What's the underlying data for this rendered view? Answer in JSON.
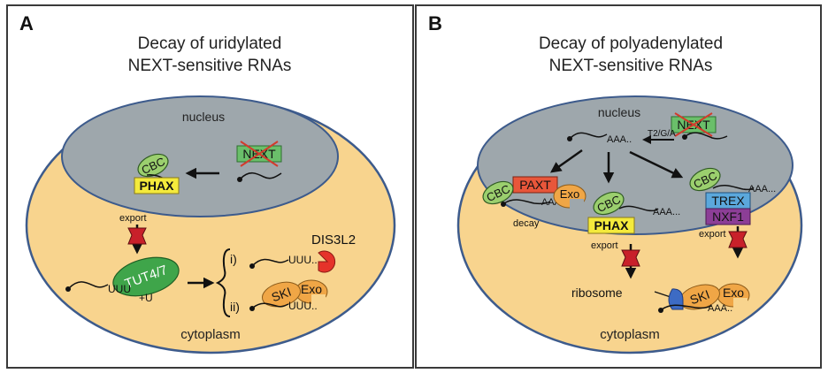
{
  "panel_a": {
    "letter": "A",
    "title_line1": "Decay of uridylated",
    "title_line2": "NEXT-sensitive RNAs",
    "nucleus_label": "nucleus",
    "cytoplasm_label": "cytoplasm",
    "next_label": "NEXT",
    "cbc_label": "CBC",
    "phax_label": "PHAX",
    "export_label": "export",
    "tut_label": "TUT4/7",
    "uuu_label": "UUU",
    "plus_u_label": "+U",
    "dis3l2_label": "DIS3L2",
    "option_i": "i)",
    "option_ii": "ii)",
    "uuu_dots_i": "UUU..",
    "uuu_dots_ii": "UUU..",
    "ski_label": "SKI",
    "exo_label": "Exo"
  },
  "panel_b": {
    "letter": "B",
    "title_line1": "Decay of polyadenylated",
    "title_line2": "NEXT-sensitive RNAs",
    "nucleus_label": "nucleus",
    "cytoplasm_label": "cytoplasm",
    "next_label": "NEXT",
    "tga_label": "T2/G/A",
    "aaa_top": "AAA..",
    "paxt_label": "PAXT",
    "exo_nuc_label": "Exo",
    "cbc_left": "CBC",
    "aaa_left": "AAA..",
    "decay_label": "decay",
    "cbc_mid": "CBC",
    "aaa_mid": "AAA...",
    "phax_label": "PHAX",
    "export_mid": "export",
    "cbc_right": "CBC",
    "aaa_right": "AAA...",
    "trex_label": "TREX",
    "nxf1_label": "NXF1",
    "export_right": "export",
    "ribosome_label": "ribosome",
    "ski_label": "SKI",
    "exo_cyto_label": "Exo",
    "aaa_cyto": "AAA.."
  },
  "colors": {
    "cytoplasm_fill": "#f8d48e",
    "nucleus_fill": "#9ea7ac",
    "membrane_stroke": "#3d5b8c",
    "cbc_green": "#9bcf6e",
    "next_green": "#6abf6a",
    "tut_green": "#3fa54a",
    "phax_yellow": "#f4ea3c",
    "paxt_red": "#e8563a",
    "exo_orange": "#f0a646",
    "dis3l2_red": "#e5332a",
    "trex_blue": "#5ba8dc",
    "nxf1_purple": "#8c3e96",
    "ribosome_blue": "#3d6bc4",
    "pore_red": "#c8202a"
  }
}
